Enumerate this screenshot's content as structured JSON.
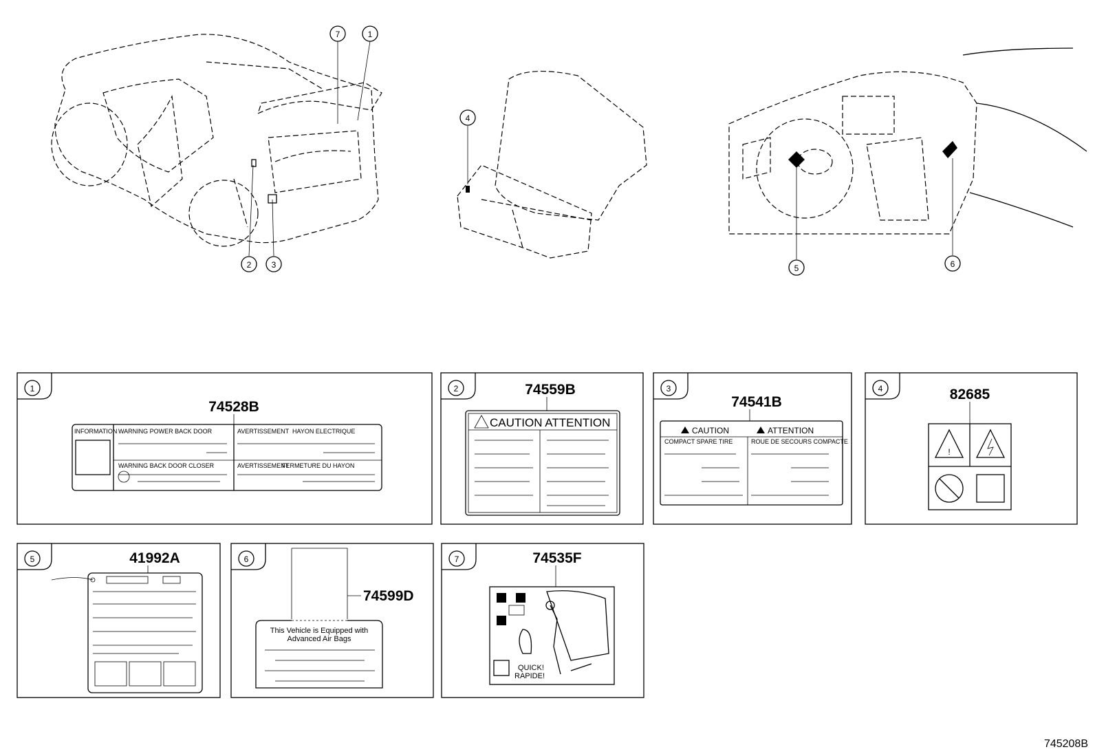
{
  "diagram_id": "745208B",
  "callouts": [
    {
      "num": "1",
      "part": "74528B"
    },
    {
      "num": "2",
      "part": "74559B"
    },
    {
      "num": "3",
      "part": "74541B"
    },
    {
      "num": "4",
      "part": "82685"
    },
    {
      "num": "5",
      "part": "41992A"
    },
    {
      "num": "6",
      "part": "74599D"
    },
    {
      "num": "7",
      "part": "74535F"
    }
  ],
  "label_1": {
    "tag": "INFORMATION",
    "w1": "WARNING POWER BACK DOOR",
    "a1": "AVERTISSEMENT",
    "f1": "HAYON ELECTRIQUE",
    "w2": "WARNING BACK DOOR CLOSER",
    "a2": "AVERTISSEMENT",
    "f2": "FERMETURE DU HAYON"
  },
  "label_2": {
    "heading": "CAUTION ATTENTION"
  },
  "label_3": {
    "h1": "CAUTION",
    "h2": "ATTENTION",
    "s1": "COMPACT SPARE TIRE",
    "s2": "ROUE DE SECOURS COMPACTE"
  },
  "label_6": {
    "line1": "This Vehicle is Equipped with",
    "line2": "Advanced Air Bags"
  },
  "label_7": {
    "text1": "QUICK!",
    "text2": "RAPIDE!"
  }
}
